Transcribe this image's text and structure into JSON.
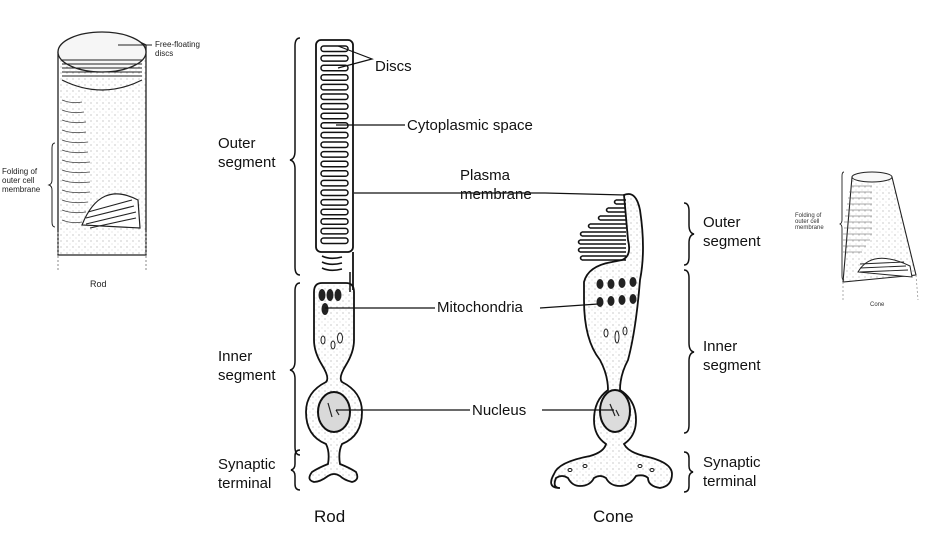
{
  "figure": {
    "title": "Rod and cone photoreceptor structure",
    "left_inset": {
      "callout_free_floating": "Free-floating\ndiscs",
      "callout_free_floating_line1": "Free-floating",
      "callout_free_floating_line2": "discs",
      "folding_line1": "Folding of",
      "folding_line2": "outer cell",
      "folding_line3": "membrane",
      "caption": "Rod"
    },
    "right_inset": {
      "folding_line1": "Folding of",
      "folding_line2": "outer cell",
      "folding_line3": "membrane",
      "caption": "Cone"
    },
    "rod_side_labels": {
      "outer_line1": "Outer",
      "outer_line2": "segment",
      "inner_line1": "Inner",
      "inner_line2": "segment",
      "synaptic_line1": "Synaptic",
      "synaptic_line2": "terminal"
    },
    "cone_side_labels": {
      "outer_line1": "Outer",
      "outer_line2": "segment",
      "inner_line1": "Inner",
      "inner_line2": "segment",
      "synaptic_line1": "Synaptic",
      "synaptic_line2": "terminal"
    },
    "center_labels": {
      "discs": "Discs",
      "cytoplasmic_space": "Cytoplasmic space",
      "plasma_line1": "Plasma",
      "plasma_line2": "membrane",
      "mitochondria": "Mitochondria",
      "nucleus": "Nucleus"
    },
    "captions": {
      "rod": "Rod",
      "cone": "Cone"
    }
  }
}
